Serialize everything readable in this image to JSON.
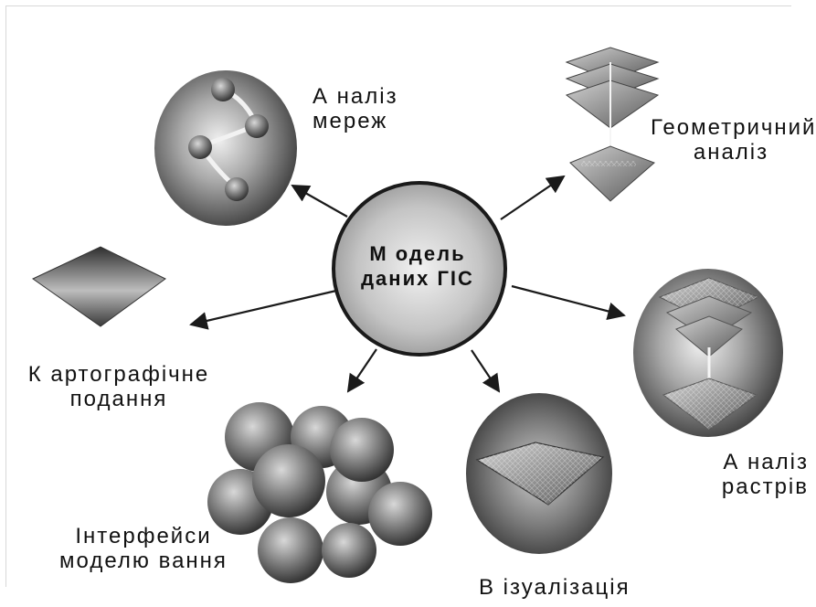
{
  "center": {
    "label": "М одель\nданих ГІС"
  },
  "nodes": [
    {
      "id": "network",
      "label": "А наліз\nмереж",
      "icon": "network-graph-sphere-icon"
    },
    {
      "id": "geometric",
      "label": "Геометричний\nаналіз",
      "icon": "stacked-layers-icon"
    },
    {
      "id": "raster",
      "label": "А наліз\nрастрів",
      "icon": "raster-layers-sphere-icon"
    },
    {
      "id": "visual",
      "label": "В ізуалізація",
      "icon": "visualization-sphere-icon"
    },
    {
      "id": "interfaces",
      "label": "Інтерфейси\nмоделю вання",
      "icon": "sphere-cluster-icon"
    },
    {
      "id": "carto",
      "label": "К артографічне\nподання",
      "icon": "map-surface-icon"
    }
  ],
  "colors": {
    "stroke": "#1a1a1a",
    "text": "#111111",
    "sphere_light": "#e6e6e6",
    "sphere_dark": "#4a4a4a"
  }
}
